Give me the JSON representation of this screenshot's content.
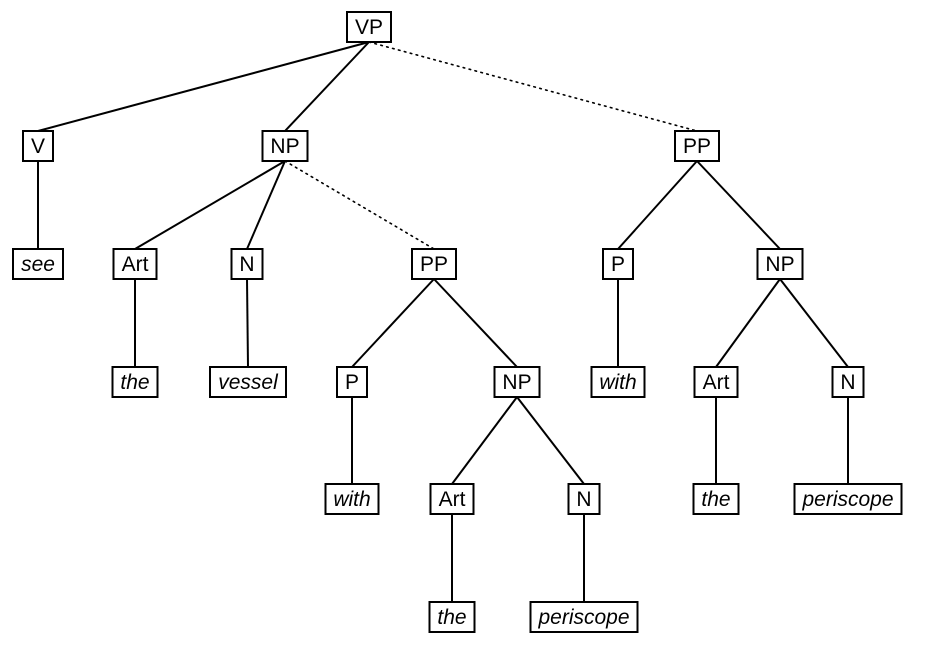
{
  "tree": {
    "nodes": [
      {
        "id": "vp",
        "label": "VP",
        "kind": "cat"
      },
      {
        "id": "v",
        "label": "V",
        "kind": "cat"
      },
      {
        "id": "see",
        "label": "see",
        "kind": "word"
      },
      {
        "id": "np1",
        "label": "NP",
        "kind": "cat"
      },
      {
        "id": "art1",
        "label": "Art",
        "kind": "cat"
      },
      {
        "id": "the1",
        "label": "the",
        "kind": "word"
      },
      {
        "id": "n1",
        "label": "N",
        "kind": "cat"
      },
      {
        "id": "vessel",
        "label": "vessel",
        "kind": "word"
      },
      {
        "id": "pp1",
        "label": "PP",
        "kind": "cat"
      },
      {
        "id": "p1",
        "label": "P",
        "kind": "cat"
      },
      {
        "id": "with1",
        "label": "with",
        "kind": "word"
      },
      {
        "id": "np2",
        "label": "NP",
        "kind": "cat"
      },
      {
        "id": "art2",
        "label": "Art",
        "kind": "cat"
      },
      {
        "id": "the2",
        "label": "the",
        "kind": "word"
      },
      {
        "id": "n2",
        "label": "N",
        "kind": "cat"
      },
      {
        "id": "periscope1",
        "label": "periscope",
        "kind": "word"
      },
      {
        "id": "pp2",
        "label": "PP",
        "kind": "cat"
      },
      {
        "id": "p2",
        "label": "P",
        "kind": "cat"
      },
      {
        "id": "with2",
        "label": "with",
        "kind": "word"
      },
      {
        "id": "np3",
        "label": "NP",
        "kind": "cat"
      },
      {
        "id": "art3",
        "label": "Art",
        "kind": "cat"
      },
      {
        "id": "the3",
        "label": "the",
        "kind": "word"
      },
      {
        "id": "n3",
        "label": "N",
        "kind": "cat"
      },
      {
        "id": "periscope2",
        "label": "periscope",
        "kind": "word"
      }
    ],
    "edges": [
      {
        "from": "vp",
        "to": "v",
        "style": "solid"
      },
      {
        "from": "vp",
        "to": "np1",
        "style": "solid"
      },
      {
        "from": "vp",
        "to": "pp2",
        "style": "dotted"
      },
      {
        "from": "v",
        "to": "see",
        "style": "solid"
      },
      {
        "from": "np1",
        "to": "art1",
        "style": "solid"
      },
      {
        "from": "np1",
        "to": "n1",
        "style": "solid"
      },
      {
        "from": "np1",
        "to": "pp1",
        "style": "dotted"
      },
      {
        "from": "art1",
        "to": "the1",
        "style": "solid"
      },
      {
        "from": "n1",
        "to": "vessel",
        "style": "solid"
      },
      {
        "from": "pp1",
        "to": "p1",
        "style": "solid"
      },
      {
        "from": "pp1",
        "to": "np2",
        "style": "solid"
      },
      {
        "from": "p1",
        "to": "with1",
        "style": "solid"
      },
      {
        "from": "np2",
        "to": "art2",
        "style": "solid"
      },
      {
        "from": "np2",
        "to": "n2",
        "style": "solid"
      },
      {
        "from": "art2",
        "to": "the2",
        "style": "solid"
      },
      {
        "from": "n2",
        "to": "periscope1",
        "style": "solid"
      },
      {
        "from": "pp2",
        "to": "p2",
        "style": "solid"
      },
      {
        "from": "pp2",
        "to": "np3",
        "style": "solid"
      },
      {
        "from": "p2",
        "to": "with2",
        "style": "solid"
      },
      {
        "from": "np3",
        "to": "art3",
        "style": "solid"
      },
      {
        "from": "np3",
        "to": "n3",
        "style": "solid"
      },
      {
        "from": "art3",
        "to": "the3",
        "style": "solid"
      },
      {
        "from": "n3",
        "to": "periscope2",
        "style": "solid"
      }
    ]
  }
}
